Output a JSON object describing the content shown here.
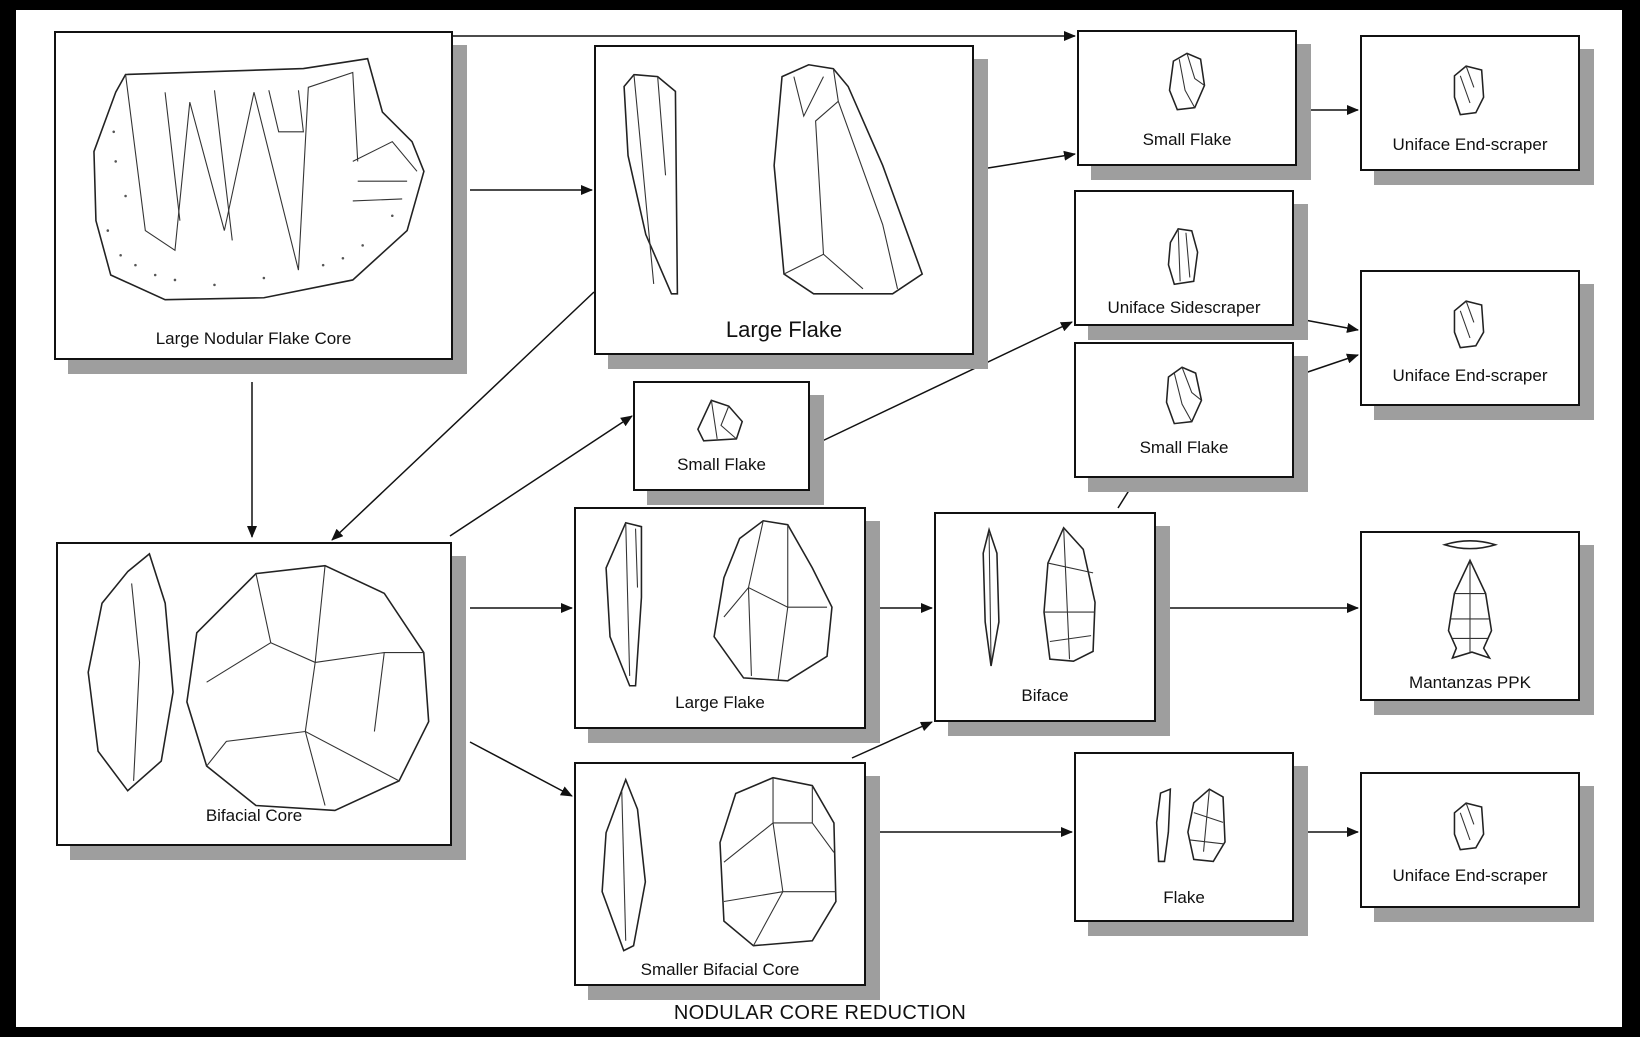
{
  "diagram": {
    "caption": "NODULAR CORE REDUCTION",
    "nodes": {
      "large_nodular_flake_core": "Large Nodular Flake Core",
      "large_flake_top": "Large Flake",
      "small_flake_top": "Small Flake",
      "uniface_end_scraper_1": "Uniface End-scraper",
      "uniface_sidescraper": "Uniface Sidescraper",
      "uniface_end_scraper_2": "Uniface End-scraper",
      "small_flake_mid": "Small Flake",
      "small_flake_right": "Small Flake",
      "bifacial_core": "Bifacial Core",
      "large_flake_mid": "Large Flake",
      "biface": "Biface",
      "mantanzas_ppk": "Mantanzas PPK",
      "smaller_bifacial_core": "Smaller Bifacial Core",
      "flake": "Flake",
      "uniface_end_scraper_3": "Uniface End-scraper"
    }
  }
}
